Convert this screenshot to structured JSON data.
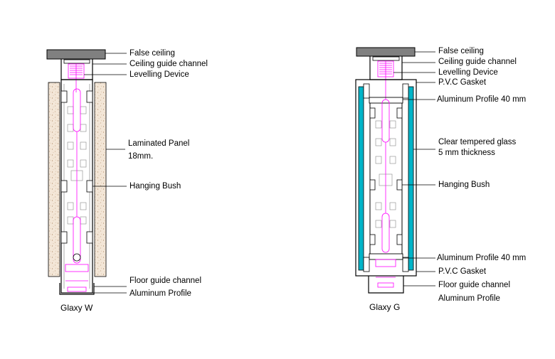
{
  "diagrams": [
    {
      "caption": "Glaxy W",
      "labels": {
        "false_ceiling": "False ceiling",
        "ceiling_guide_channel": "Ceiling guide channel",
        "levelling_device": "Levelling Device",
        "laminated_panel": "Laminated Panel",
        "panel_thickness": "18mm.",
        "hanging_bush": "Hanging Bush",
        "floor_guide_channel": "Floor guide channel",
        "aluminum_profile": "Aluminum Profile"
      }
    },
    {
      "caption": "Glaxy G",
      "labels": {
        "false_ceiling": "False ceiling",
        "ceiling_guide_channel": "Ceiling guide channel",
        "levelling_device": "Levelling Device",
        "pvc_gasket_top": "P.V.C  Gasket",
        "aluminum_profile_top": "Aluminum Profile 40 mm",
        "clear_glass": "Clear tempered glass",
        "glass_thickness": "5 mm thickness",
        "hanging_bush": "Hanging Bush",
        "aluminum_profile_bottom": "Aluminum Profile 40 mm",
        "pvc_gasket_bottom": "P.V.C  Gasket",
        "floor_guide_channel": "Floor guide channel",
        "aluminum_profile": "Aluminum Profile"
      }
    }
  ],
  "colors": {
    "line": "#000000",
    "magenta": "#ff00ff",
    "glass": "#00b4c8",
    "panel_fill": "#f3e6d7",
    "ceiling_fill": "#808080"
  }
}
